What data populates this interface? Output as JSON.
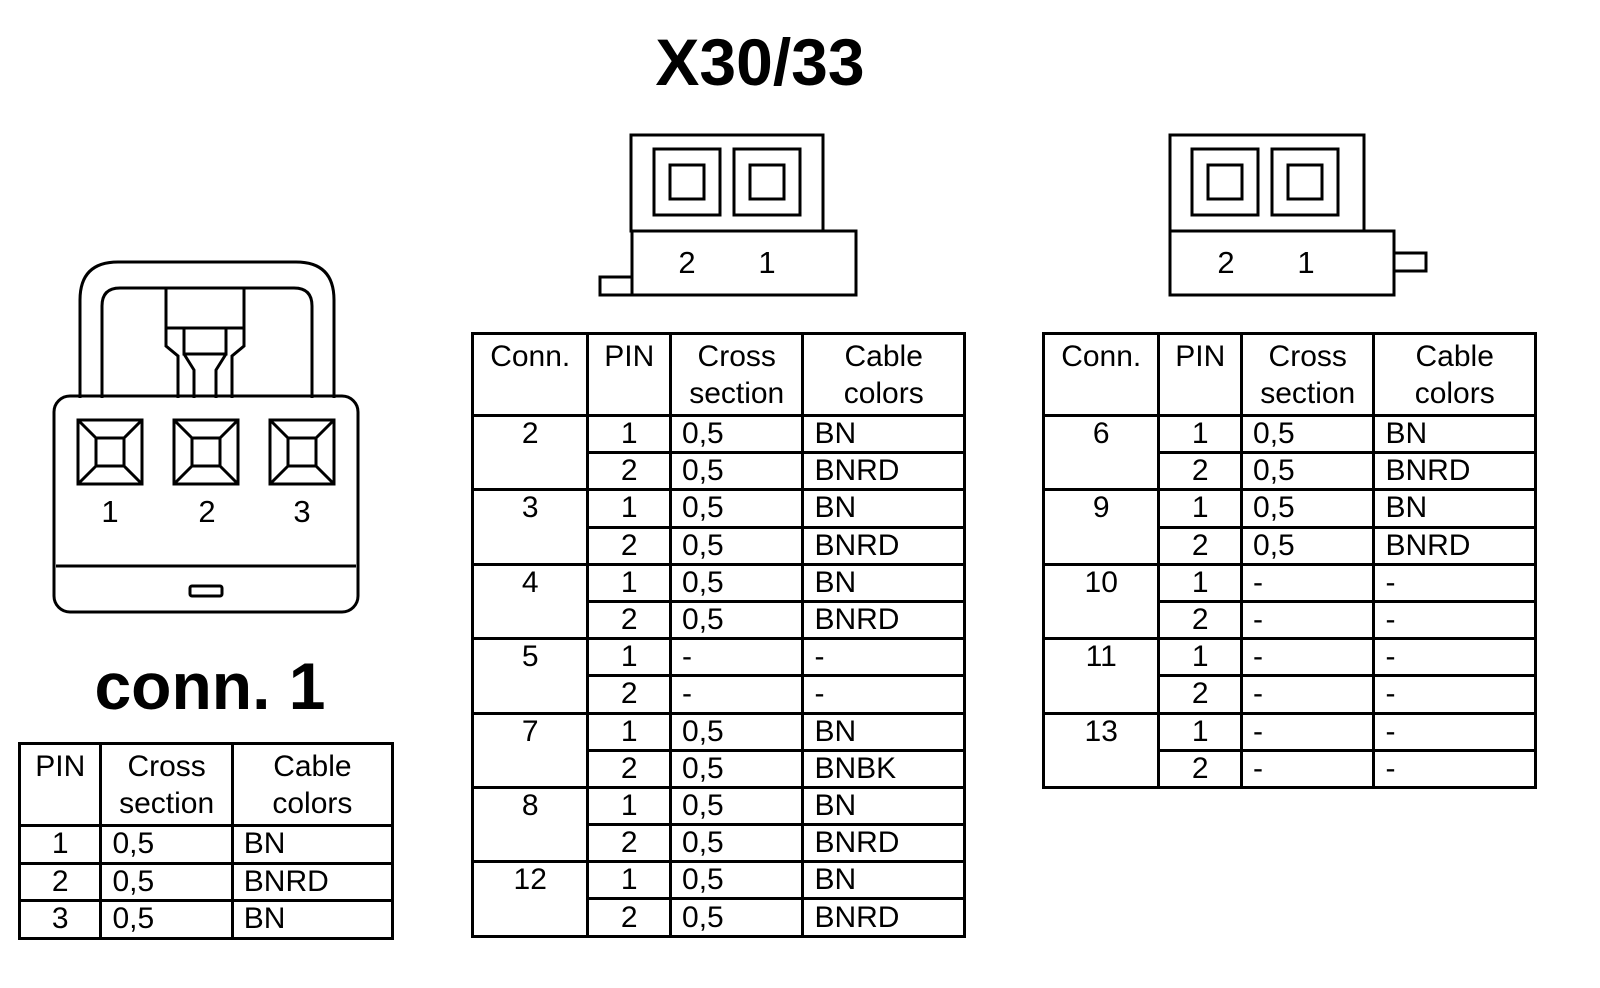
{
  "title": "X30/33",
  "conn1": {
    "label": "conn. 1",
    "pin_numbers": [
      "1",
      "2",
      "3"
    ],
    "headers": {
      "pin": "PIN",
      "cross": "Cross section",
      "colors": "Cable colors"
    },
    "rows": [
      {
        "pin": "1",
        "cross": "0,5",
        "color": "BN"
      },
      {
        "pin": "2",
        "cross": "0,5",
        "color": "BNRD"
      },
      {
        "pin": "3",
        "cross": "0,5",
        "color": "BN"
      }
    ]
  },
  "x30_left": {
    "pin_numbers": [
      "2",
      "1"
    ],
    "headers": {
      "conn": "Conn.",
      "pin": "PIN",
      "cross": "Cross section",
      "colors": "Cable colors"
    },
    "groups": [
      {
        "conn": "2",
        "rows": [
          {
            "pin": "1",
            "cross": "0,5",
            "color": "BN"
          },
          {
            "pin": "2",
            "cross": "0,5",
            "color": "BNRD"
          }
        ]
      },
      {
        "conn": "3",
        "rows": [
          {
            "pin": "1",
            "cross": "0,5",
            "color": "BN"
          },
          {
            "pin": "2",
            "cross": "0,5",
            "color": "BNRD"
          }
        ]
      },
      {
        "conn": "4",
        "rows": [
          {
            "pin": "1",
            "cross": "0,5",
            "color": "BN"
          },
          {
            "pin": "2",
            "cross": "0,5",
            "color": "BNRD"
          }
        ]
      },
      {
        "conn": "5",
        "rows": [
          {
            "pin": "1",
            "cross": "-",
            "color": "-"
          },
          {
            "pin": "2",
            "cross": "-",
            "color": "-"
          }
        ]
      },
      {
        "conn": "7",
        "rows": [
          {
            "pin": "1",
            "cross": "0,5",
            "color": "BN"
          },
          {
            "pin": "2",
            "cross": "0,5",
            "color": "BNBK"
          }
        ]
      },
      {
        "conn": "8",
        "rows": [
          {
            "pin": "1",
            "cross": "0,5",
            "color": "BN"
          },
          {
            "pin": "2",
            "cross": "0,5",
            "color": "BNRD"
          }
        ]
      },
      {
        "conn": "12",
        "rows": [
          {
            "pin": "1",
            "cross": "0,5",
            "color": "BN"
          },
          {
            "pin": "2",
            "cross": "0,5",
            "color": "BNRD"
          }
        ]
      }
    ]
  },
  "x30_right": {
    "pin_numbers": [
      "2",
      "1"
    ],
    "headers": {
      "conn": "Conn.",
      "pin": "PIN",
      "cross": "Cross section",
      "colors": "Cable colors"
    },
    "groups": [
      {
        "conn": "6",
        "rows": [
          {
            "pin": "1",
            "cross": "0,5",
            "color": "BN"
          },
          {
            "pin": "2",
            "cross": "0,5",
            "color": "BNRD"
          }
        ]
      },
      {
        "conn": "9",
        "rows": [
          {
            "pin": "1",
            "cross": "0,5",
            "color": "BN"
          },
          {
            "pin": "2",
            "cross": "0,5",
            "color": "BNRD"
          }
        ]
      },
      {
        "conn": "10",
        "rows": [
          {
            "pin": "1",
            "cross": "-",
            "color": "-"
          },
          {
            "pin": "2",
            "cross": "-",
            "color": "-"
          }
        ]
      },
      {
        "conn": "11",
        "rows": [
          {
            "pin": "1",
            "cross": "-",
            "color": "-"
          },
          {
            "pin": "2",
            "cross": "-",
            "color": "-"
          }
        ]
      },
      {
        "conn": "13",
        "rows": [
          {
            "pin": "1",
            "cross": "-",
            "color": "-"
          },
          {
            "pin": "2",
            "cross": "-",
            "color": "-"
          }
        ]
      }
    ]
  }
}
